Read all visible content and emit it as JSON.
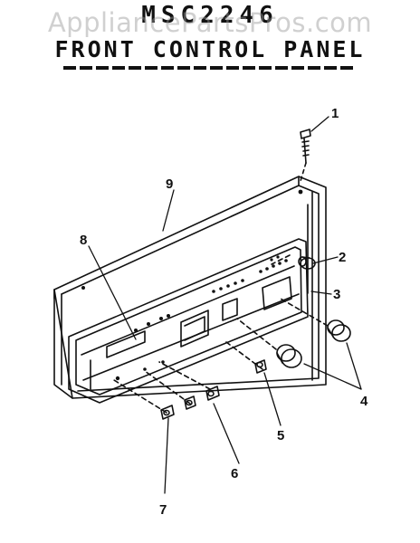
{
  "diagram": {
    "model": "MSC2246",
    "title": "FRONT CONTROL PANEL",
    "watermark": "AppliancePartsPros.com",
    "callouts": [
      "1",
      "2",
      "3",
      "4",
      "5",
      "6",
      "7",
      "8",
      "9"
    ]
  },
  "colors": {
    "ink": "#111111",
    "watermark": "#969696",
    "background": "#ffffff"
  }
}
